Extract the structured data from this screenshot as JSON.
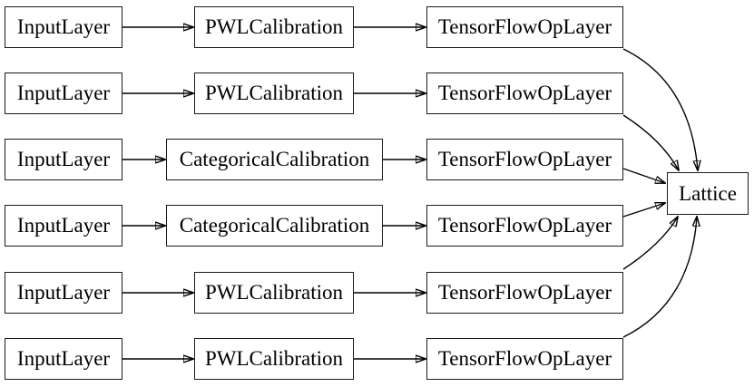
{
  "diagram": {
    "kind": "model-architecture-graph",
    "background_color": "#ffffff",
    "node_fill_color": "#ffffff",
    "node_border_color": "#1b1b1b",
    "edge_color": "#000000",
    "text_color": "#000000",
    "rows": [
      {
        "input": "InputLayer",
        "calibration": "PWLCalibration",
        "op": "TensorFlowOpLayer"
      },
      {
        "input": "InputLayer",
        "calibration": "PWLCalibration",
        "op": "TensorFlowOpLayer"
      },
      {
        "input": "InputLayer",
        "calibration": "CategoricalCalibration",
        "op": "TensorFlowOpLayer"
      },
      {
        "input": "InputLayer",
        "calibration": "CategoricalCalibration",
        "op": "TensorFlowOpLayer"
      },
      {
        "input": "InputLayer",
        "calibration": "PWLCalibration",
        "op": "TensorFlowOpLayer"
      },
      {
        "input": "InputLayer",
        "calibration": "PWLCalibration",
        "op": "TensorFlowOpLayer"
      }
    ],
    "output_node": {
      "label": "Lattice"
    },
    "edges": [
      {
        "from": "row1.input",
        "to": "row1.calibration"
      },
      {
        "from": "row2.input",
        "to": "row2.calibration"
      },
      {
        "from": "row3.input",
        "to": "row3.calibration"
      },
      {
        "from": "row4.input",
        "to": "row4.calibration"
      },
      {
        "from": "row5.input",
        "to": "row5.calibration"
      },
      {
        "from": "row6.input",
        "to": "row6.calibration"
      },
      {
        "from": "row1.calibration",
        "to": "row1.op"
      },
      {
        "from": "row2.calibration",
        "to": "row2.op"
      },
      {
        "from": "row3.calibration",
        "to": "row3.op"
      },
      {
        "from": "row4.calibration",
        "to": "row4.op"
      },
      {
        "from": "row5.calibration",
        "to": "row5.op"
      },
      {
        "from": "row6.calibration",
        "to": "row6.op"
      },
      {
        "from": "row1.op",
        "to": "lattice"
      },
      {
        "from": "row2.op",
        "to": "lattice"
      },
      {
        "from": "row3.op",
        "to": "lattice"
      },
      {
        "from": "row4.op",
        "to": "lattice"
      },
      {
        "from": "row5.op",
        "to": "lattice"
      },
      {
        "from": "row6.op",
        "to": "lattice"
      }
    ]
  }
}
